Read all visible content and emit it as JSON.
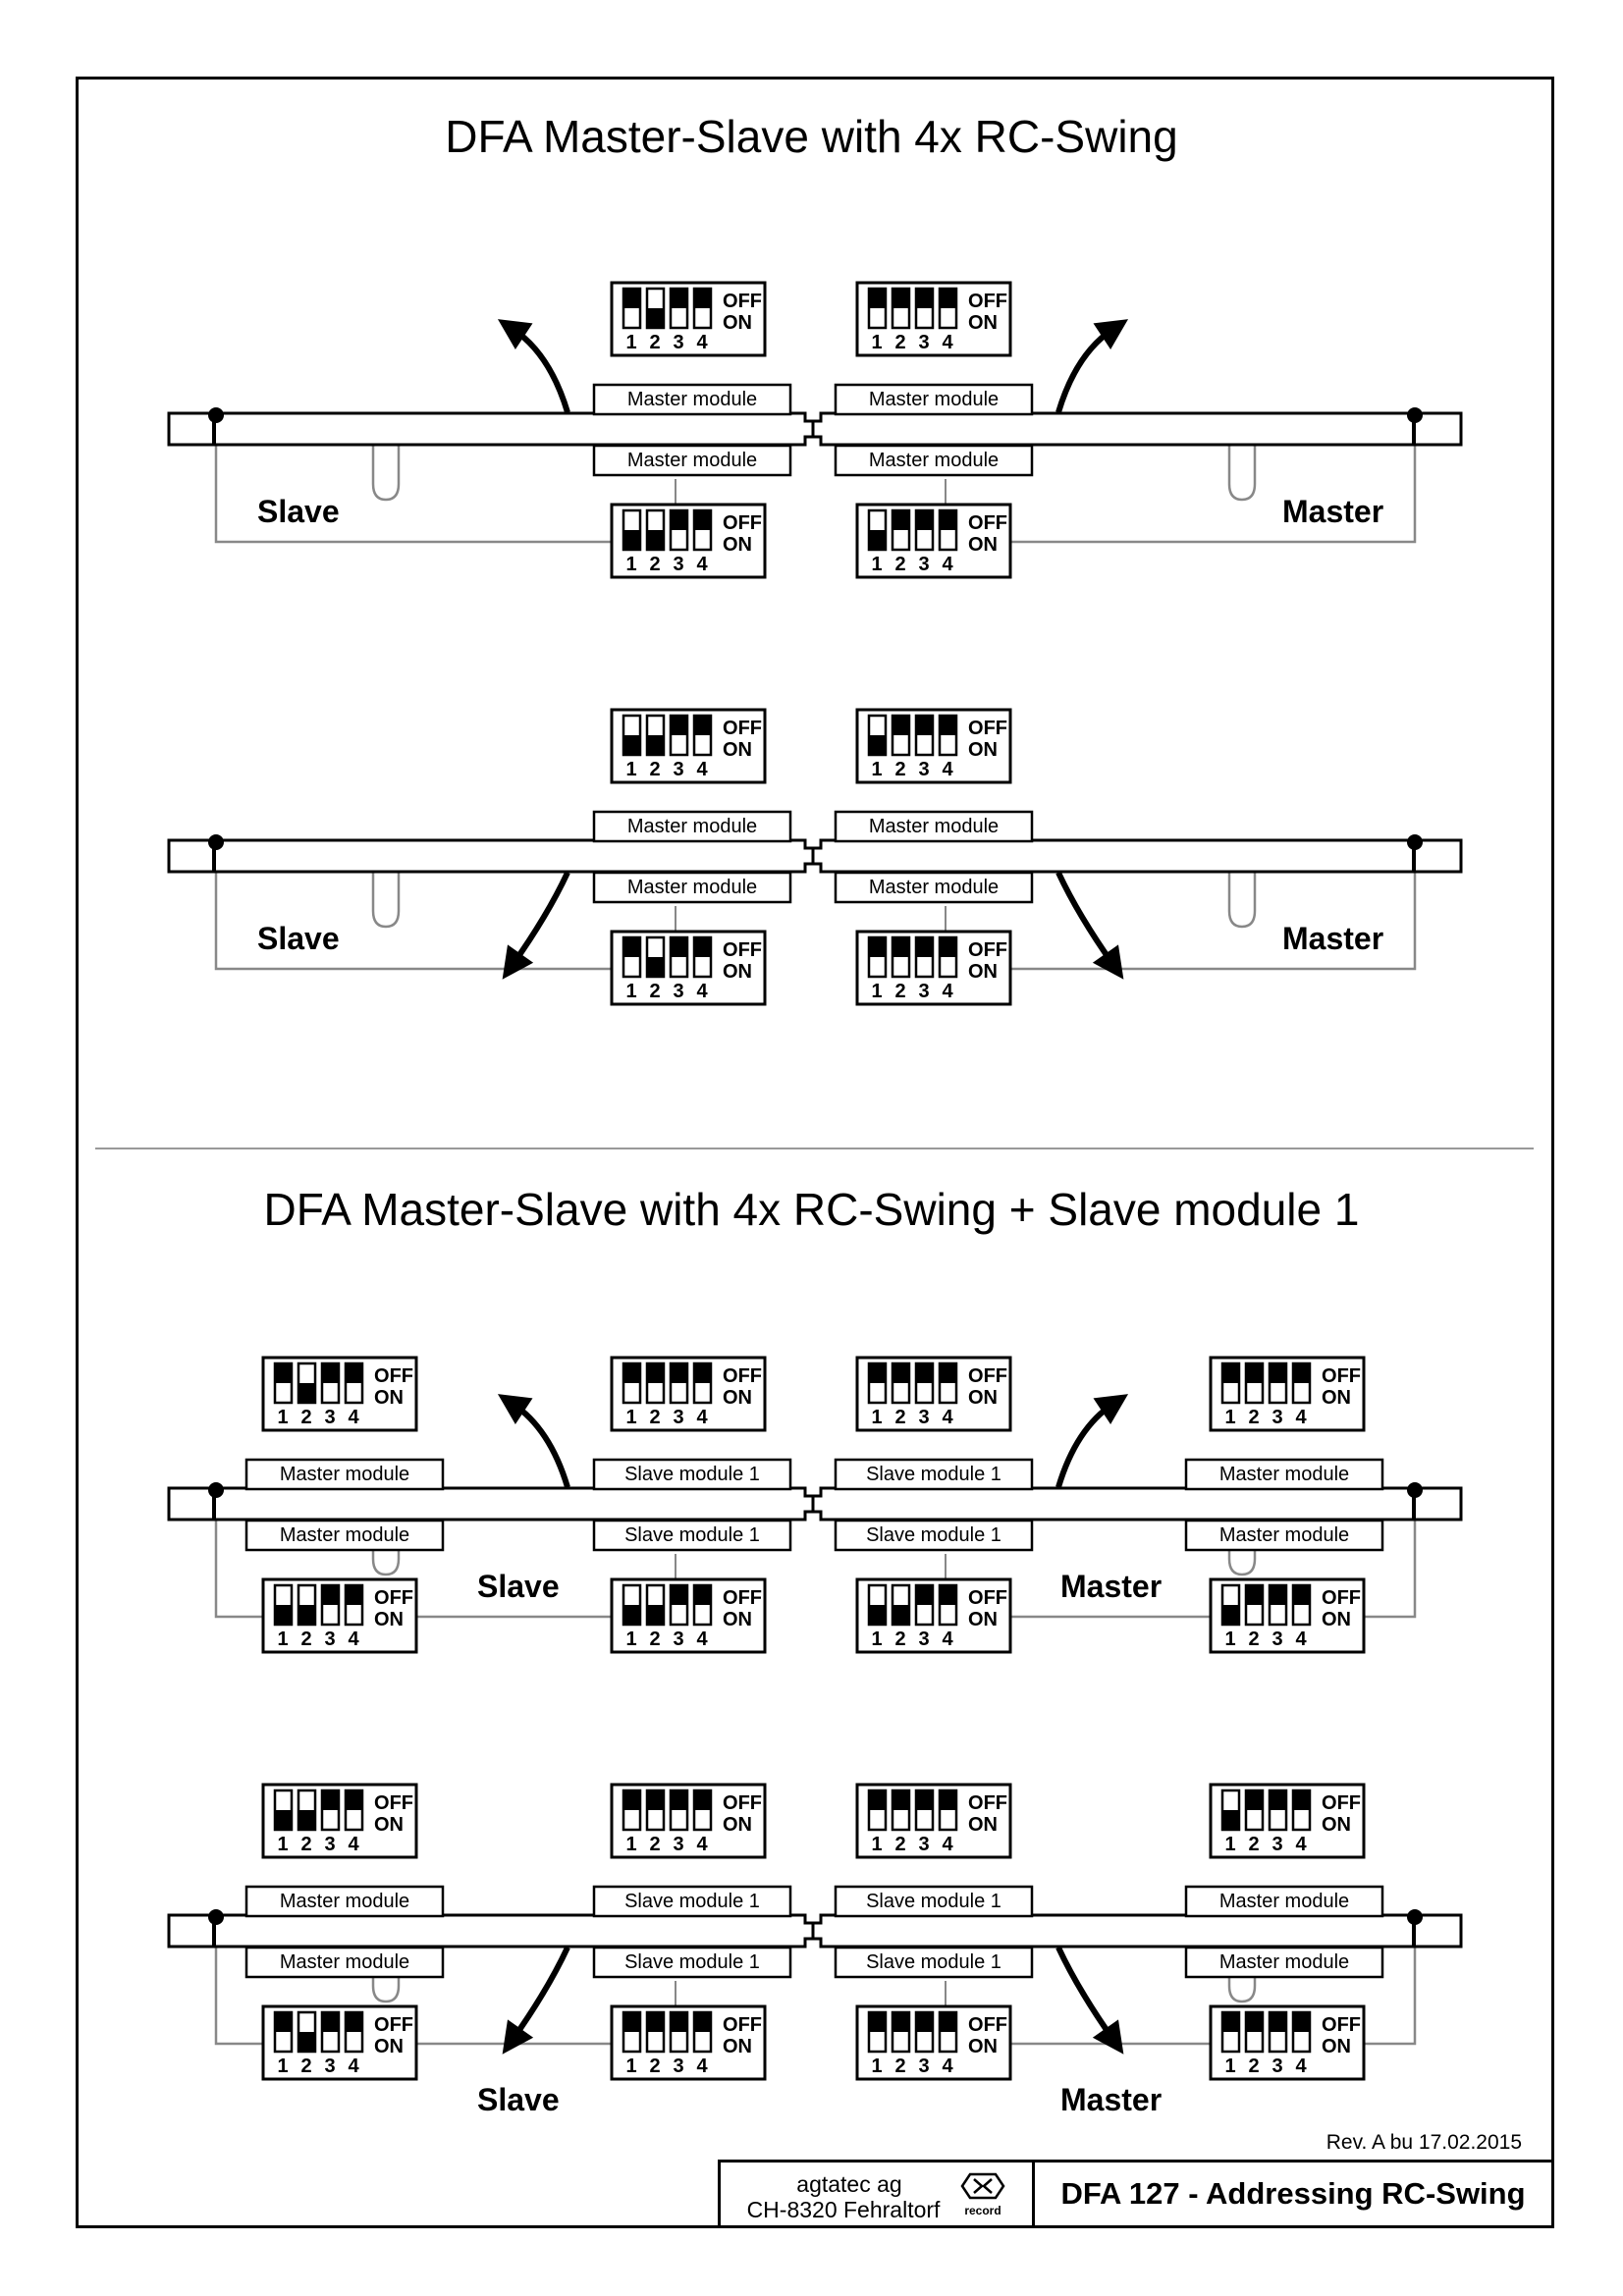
{
  "titles": {
    "top": "DFA Master-Slave with 4x RC-Swing",
    "bottom": "DFA Master-Slave with 4x RC-Swing + Slave module 1"
  },
  "switch_labels": {
    "off": "OFF",
    "on": "ON",
    "numbers": [
      "1",
      "2",
      "3",
      "4"
    ]
  },
  "side_labels": {
    "slave": "Slave",
    "master": "Master"
  },
  "module_labels": {
    "master": "Master module",
    "slave1": "Slave module 1"
  },
  "rev": "Rev. A bu 17.02.2015",
  "title_block": {
    "company": "agtatec ag",
    "address": "CH-8320 Fehraltorf",
    "logo_text": "record",
    "doc": "DFA 127 - Addressing RC-Swing"
  },
  "diagrams": [
    {
      "variant": "two",
      "arrows": "up",
      "label_pos": "side",
      "switches": {
        "top_left": [
          true,
          false,
          true,
          true
        ],
        "top_right": [
          true,
          true,
          true,
          true
        ],
        "bottom_left": [
          false,
          false,
          true,
          true
        ],
        "bottom_right": [
          false,
          true,
          true,
          true
        ]
      }
    },
    {
      "variant": "two",
      "arrows": "down",
      "label_pos": "side",
      "switches": {
        "top_left": [
          false,
          false,
          true,
          true
        ],
        "top_right": [
          false,
          true,
          true,
          true
        ],
        "bottom_left": [
          true,
          false,
          true,
          true
        ],
        "bottom_right": [
          true,
          true,
          true,
          true
        ]
      }
    },
    {
      "variant": "four",
      "arrows": "up",
      "label_pos": "middle",
      "switches": {
        "outer_top_left": [
          true,
          false,
          true,
          true
        ],
        "top_left": [
          true,
          true,
          true,
          true
        ],
        "top_right": [
          true,
          true,
          true,
          true
        ],
        "outer_top_right": [
          true,
          true,
          true,
          true
        ],
        "outer_bottom_left": [
          false,
          false,
          true,
          true
        ],
        "bottom_left": [
          false,
          false,
          true,
          true
        ],
        "bottom_right": [
          false,
          false,
          true,
          true
        ],
        "outer_bottom_right": [
          false,
          true,
          true,
          true
        ]
      }
    },
    {
      "variant": "four",
      "arrows": "down",
      "label_pos": "bottom",
      "switches": {
        "outer_top_left": [
          false,
          false,
          true,
          true
        ],
        "top_left": [
          true,
          true,
          true,
          true
        ],
        "top_right": [
          true,
          true,
          true,
          true
        ],
        "outer_top_right": [
          false,
          true,
          true,
          true
        ],
        "outer_bottom_left": [
          true,
          false,
          true,
          true
        ],
        "bottom_left": [
          true,
          true,
          true,
          true
        ],
        "bottom_right": [
          true,
          true,
          true,
          true
        ],
        "outer_bottom_right": [
          true,
          true,
          true,
          true
        ]
      }
    }
  ]
}
